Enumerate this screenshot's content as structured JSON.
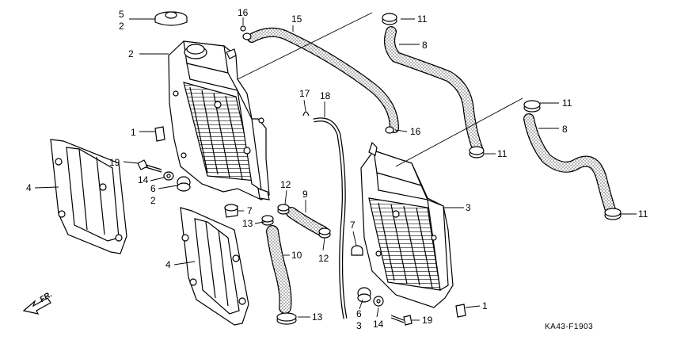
{
  "diagram": {
    "code": "KA43-F1903",
    "front_label": "FR.",
    "callouts": {
      "l1a": "1",
      "l1b": "1",
      "l2a": "2",
      "l2b": "2",
      "l2c": "2",
      "l3a": "3",
      "l3b": "3",
      "l4a": "4",
      "l4b": "4",
      "l5": "5",
      "l6a": "6",
      "l6b": "6",
      "l7a": "7",
      "l7b": "7",
      "l8a": "8",
      "l8b": "8",
      "l9": "9",
      "l10": "10",
      "l11a": "11",
      "l11b": "11",
      "l11c": "11",
      "l11d": "11",
      "l12a": "12",
      "l12b": "12",
      "l13a": "13",
      "l13b": "13",
      "l14a": "14",
      "l14b": "14",
      "l15": "15",
      "l16a": "16",
      "l16b": "16",
      "l17": "17",
      "l18": "18",
      "l19a": "19",
      "l19b": "19"
    }
  }
}
